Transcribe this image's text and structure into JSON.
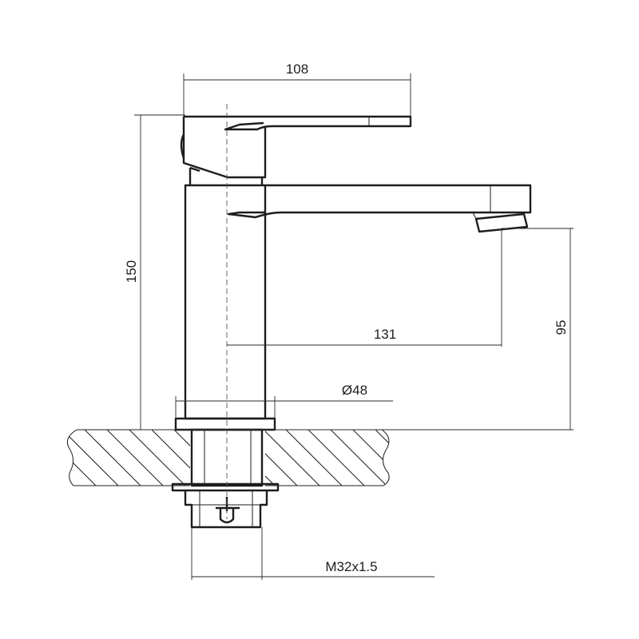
{
  "dimensions": {
    "total_reach": "108",
    "total_height": "150",
    "spout_reach": "131",
    "spout_height": "95",
    "base_diameter": "Ø48",
    "thread": "M32x1.5"
  }
}
